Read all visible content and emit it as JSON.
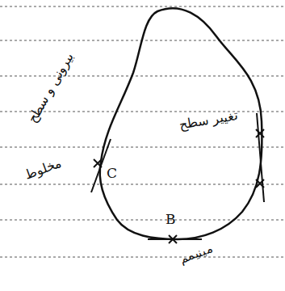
{
  "diagram": {
    "labels": [
      "بیرونی و سطح",
      "مخلوط",
      "C",
      "تغییر سطح",
      "B",
      "مینیمم"
    ]
  }
}
